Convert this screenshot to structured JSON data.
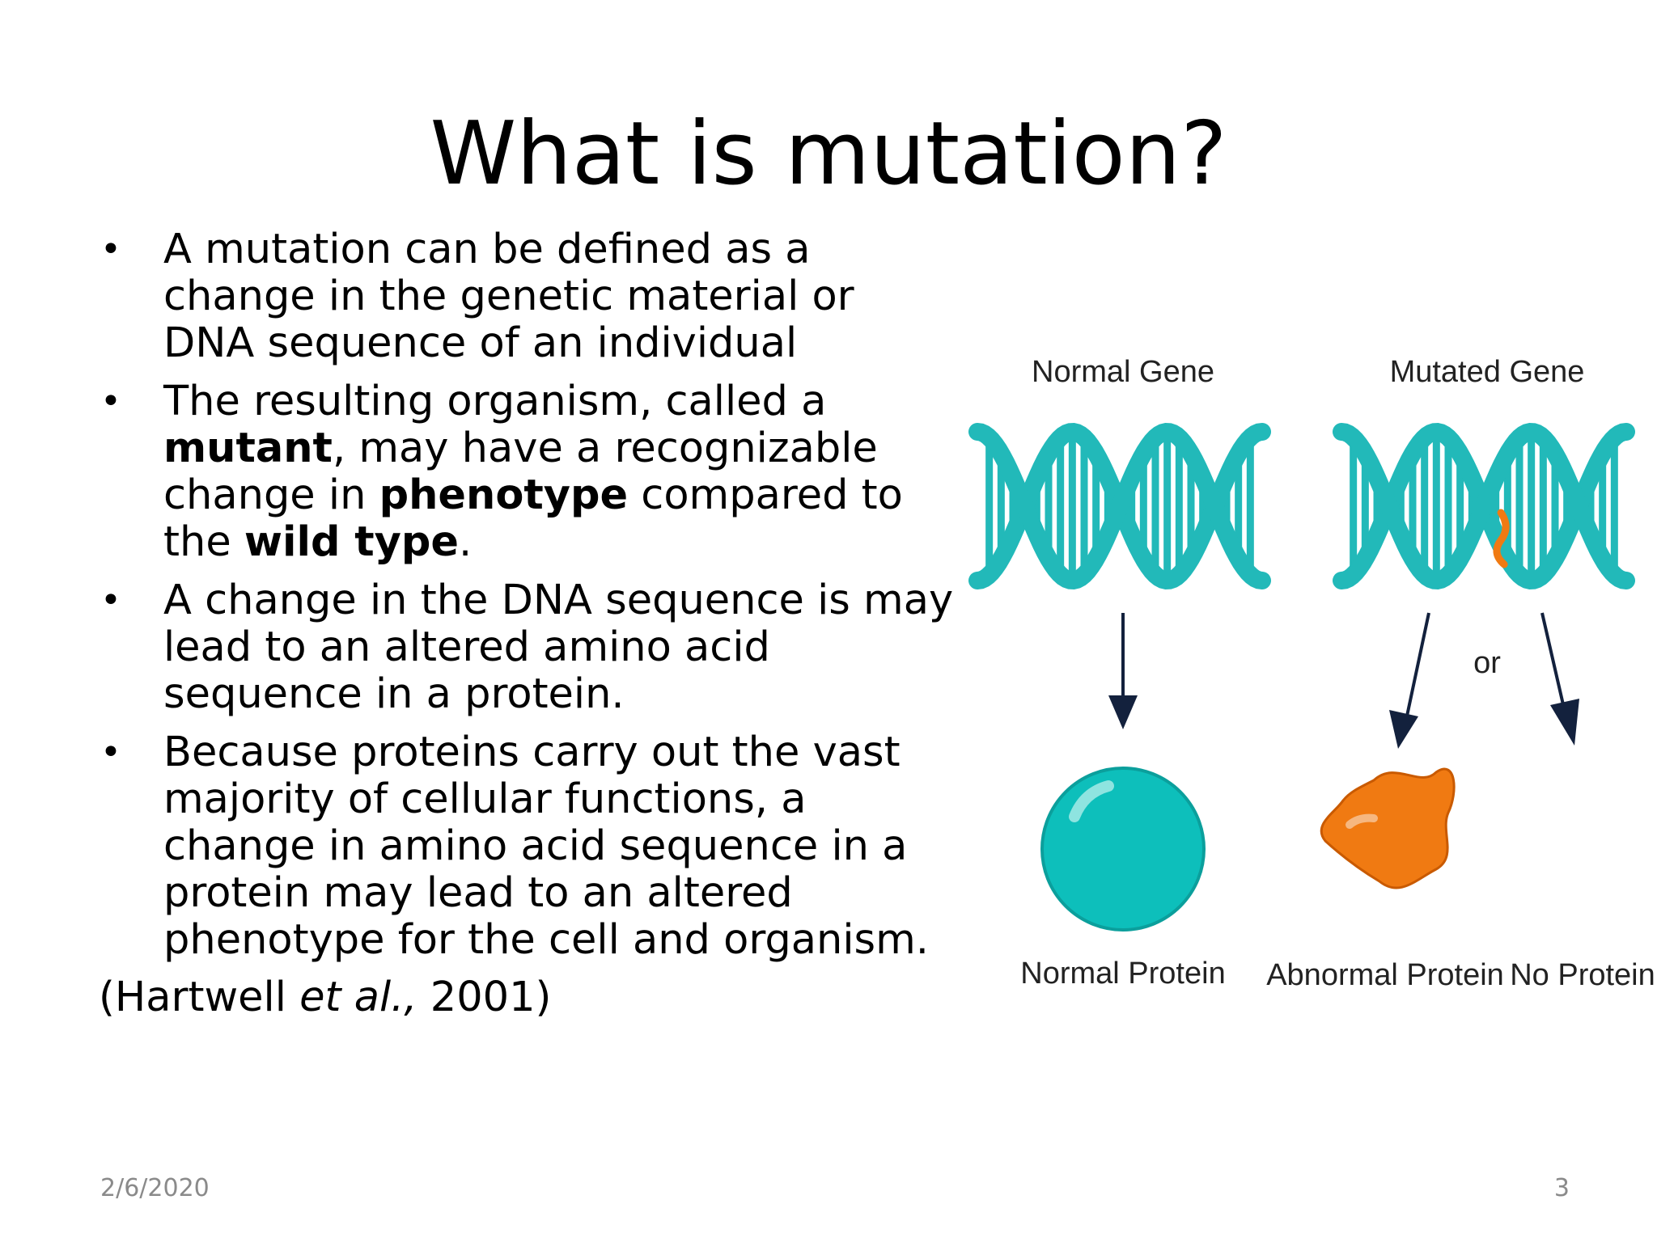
{
  "title": "What is mutation?",
  "bullets": [
    {
      "segments": [
        {
          "text": "A mutation can be defined as a change in the genetic material or DNA sequence of an individual",
          "bold": false
        }
      ]
    },
    {
      "segments": [
        {
          "text": "The resulting organism, called a ",
          "bold": false
        },
        {
          "text": "mutant",
          "bold": true
        },
        {
          "text": ", may have a recognizable change in ",
          "bold": false
        },
        {
          "text": "phenotype",
          "bold": true
        },
        {
          "text": " compared to the ",
          "bold": false
        },
        {
          "text": "wild type",
          "bold": true
        },
        {
          "text": ".",
          "bold": false
        }
      ]
    },
    {
      "segments": [
        {
          "text": "A change in the DNA sequence is may lead to an altered amino acid sequence in a protein.",
          "bold": false
        }
      ]
    },
    {
      "segments": [
        {
          "text": "Because proteins carry out the vast majority of cellular functions, a change in amino acid sequence in a protein may lead to an altered phenotype for the cell and organism.",
          "bold": false
        }
      ]
    }
  ],
  "citation": {
    "prefix": "(Hartwell ",
    "italic": "et al.,",
    "suffix": " 2001)"
  },
  "diagram": {
    "normal_gene": "Normal Gene",
    "mutated_gene": "Mutated Gene",
    "or": "or",
    "normal_protein": "Normal Protein",
    "abnormal_protein": "Abnormal Protein",
    "no_protein": "No Protein",
    "colors": {
      "dna": "#22b9b9",
      "protein": "#0dbfbb",
      "abnormal": "#f07a12",
      "arrow": "#13213d"
    }
  },
  "footer": {
    "date": "2/6/2020",
    "page": "3"
  }
}
